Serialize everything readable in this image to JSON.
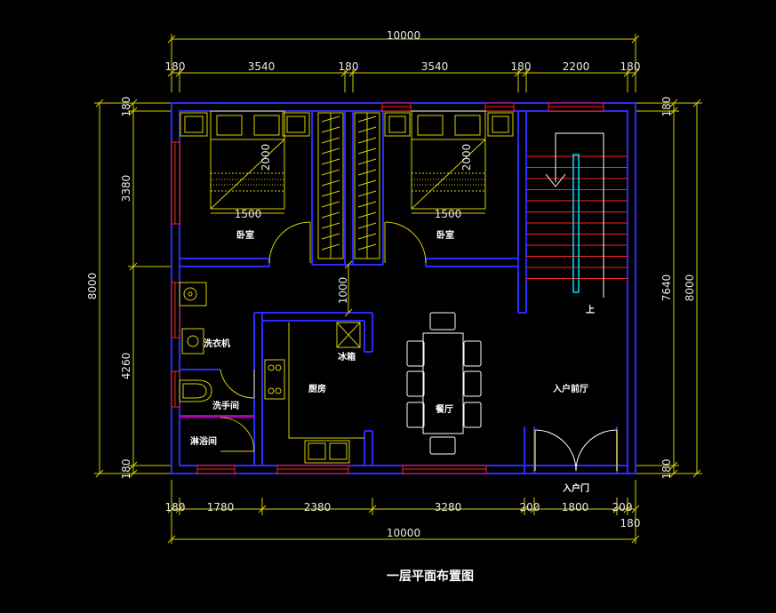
{
  "colors": {
    "background": "#000000",
    "wall": "#2a2aff",
    "dimension": "#d8d000",
    "window": "#ff2020",
    "furniture": "#d8d000",
    "stair_rail": "#00e0ff",
    "door": "#d8d000",
    "text": "#ffffff"
  },
  "dimensions": {
    "top_total": "10000",
    "top_segments": [
      "180",
      "3540",
      "180",
      "3540",
      "180",
      "2200",
      "180"
    ],
    "bottom_segments": [
      "180",
      "1780",
      "2380",
      "3280",
      "200",
      "1800",
      "200"
    ],
    "bottom_extra": "180",
    "bottom_total": "10000",
    "left_segments": [
      "180",
      "3380",
      "4260",
      "180"
    ],
    "left_total": "8000",
    "right_segments": [
      "180",
      "7640",
      "180"
    ],
    "right_total": "8000"
  },
  "plan_labels": {
    "bed_length_left": "2000",
    "bed_width_left": "1500",
    "bed_length_right": "2000",
    "bed_width_right": "1500",
    "corridor_width": "1000"
  },
  "rooms": {
    "bedroom_left": "卧室",
    "bedroom_right": "卧室",
    "laundry": "洗衣机",
    "washroom": "洗手间",
    "shower": "淋浴间",
    "fridge": "冰箱",
    "kitchen": "厨房",
    "dining": "餐厅",
    "entry_hall": "入户前厅",
    "stairs_up": "上",
    "entry_door": "入户门"
  },
  "title": "一层平面布置图"
}
